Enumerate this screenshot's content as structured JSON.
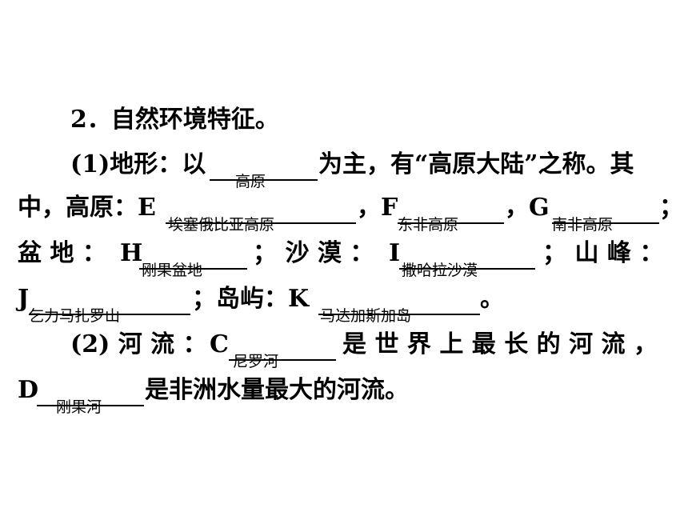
{
  "heading": "2．自然环境特征。",
  "terrain": {
    "intro": "(1)地形：以",
    "blank_main": "高原",
    "after_main": "为主，有“高原大陆”之称。其",
    "line2_prefix": "中，高原：E",
    "blank_E": "埃塞俄比亚高原",
    "sep_F": "，F",
    "blank_F": "东非高原",
    "sep_G": "，G",
    "blank_G": "南非高原",
    "end_line2": "；",
    "basin_label": "盆 地 ：",
    "label_H": "H",
    "blank_H": "刚果盆地",
    "desert_label": "； 沙 漠 ：",
    "label_I": "I",
    "blank_I": "撒哈拉沙漠",
    "peak_label": "； 山 峰 ：",
    "label_J": "J",
    "blank_J": "乞力马扎罗山",
    "island_label": "；岛屿：K",
    "blank_K": "马达加斯加岛",
    "end_period": "。"
  },
  "rivers": {
    "intro": "(2) 河 流 ：",
    "label_C": "C",
    "blank_C": "尼罗河",
    "desc_C": "是 世 界 上 最 长 的 河 流 ，",
    "label_D": "D",
    "blank_D": "刚果河",
    "desc_D": "是非洲水量最大的河流。"
  }
}
